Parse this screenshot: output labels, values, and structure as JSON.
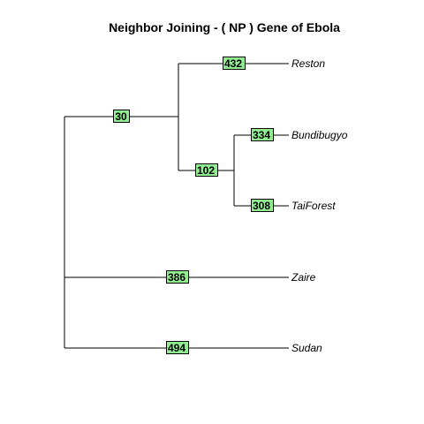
{
  "title": "Neighbor Joining - ( NP ) Gene of Ebola",
  "colors": {
    "background": "#ffffff",
    "branch": "#000000",
    "node_label_fill": "#90ee90",
    "node_label_border": "#000000",
    "text": "#000000"
  },
  "tree": {
    "method": "Neighbor Joining",
    "tips": [
      {
        "name": "Reston",
        "support": "432"
      },
      {
        "name": "Bundibugyo",
        "support": "334"
      },
      {
        "name": "TaiForest",
        "support": "308"
      },
      {
        "name": "Zaire",
        "support": "386"
      },
      {
        "name": "Sudan",
        "support": "494"
      }
    ],
    "internal_nodes": [
      {
        "id": "reston_bundi_tai_clade",
        "support": "30"
      },
      {
        "id": "bundi_tai_clade",
        "support": "102"
      }
    ]
  }
}
